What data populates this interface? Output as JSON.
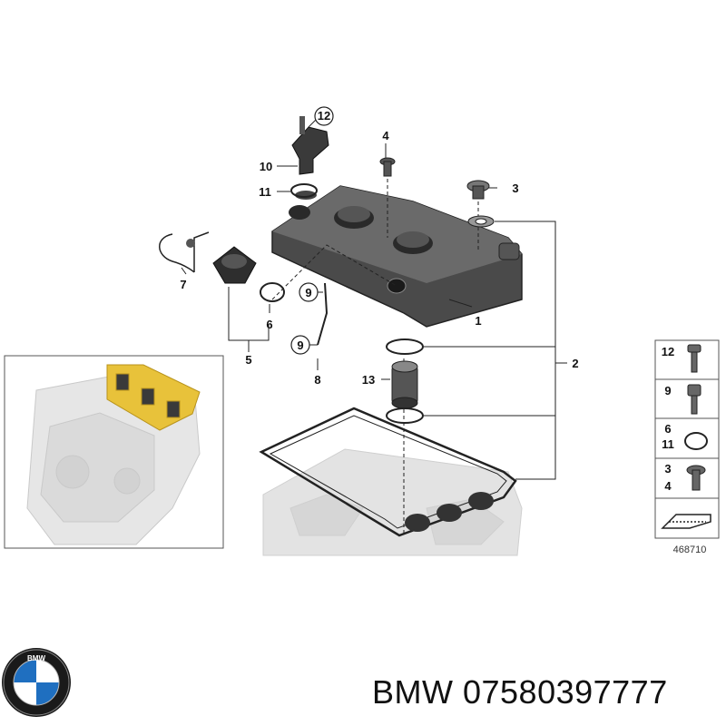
{
  "diagram": {
    "callouts": {
      "c1": "1",
      "c2": "2",
      "c3": "3",
      "c4": "4",
      "c5": "5",
      "c6": "6",
      "c7": "7",
      "c8": "8",
      "c9a": "9",
      "c9b": "9",
      "c10": "10",
      "c11": "11",
      "c12": "12",
      "c13": "13"
    },
    "legend": [
      {
        "label_top": "12",
        "label_bottom": "",
        "icon": "bolt-icon"
      },
      {
        "label_top": "9",
        "label_bottom": "",
        "icon": "socket-screw-icon"
      },
      {
        "label_top": "6",
        "label_bottom": "11",
        "icon": "o-ring-icon"
      },
      {
        "label_top": "3",
        "label_bottom": "4",
        "icon": "flange-bolt-icon"
      },
      {
        "label_top": "",
        "label_bottom": "",
        "icon": "arrow-direction-icon"
      }
    ],
    "diagram_number": "468710",
    "highlight_color": "#e8c23a"
  },
  "footer": {
    "brand_logo": "bmw-logo",
    "part_text": "BMW 07580397777"
  }
}
